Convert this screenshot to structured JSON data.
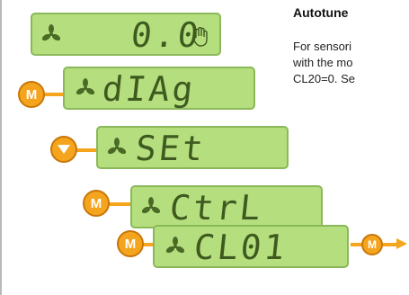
{
  "displays": [
    {
      "text": "0.0"
    },
    {
      "text": "dIAg"
    },
    {
      "text": "SEt"
    },
    {
      "text": "CtrL"
    },
    {
      "text": "CL01"
    }
  ],
  "buttons": {
    "m1": "M",
    "m2": "M",
    "m3": "M",
    "m4": "M"
  },
  "side": {
    "heading": "Autotune",
    "line1": "For sensori",
    "line2": "with the mo",
    "line3": "CL20=0. Se"
  },
  "colors": {
    "lcd": "#b5df7e",
    "button": "#f5a41e"
  }
}
